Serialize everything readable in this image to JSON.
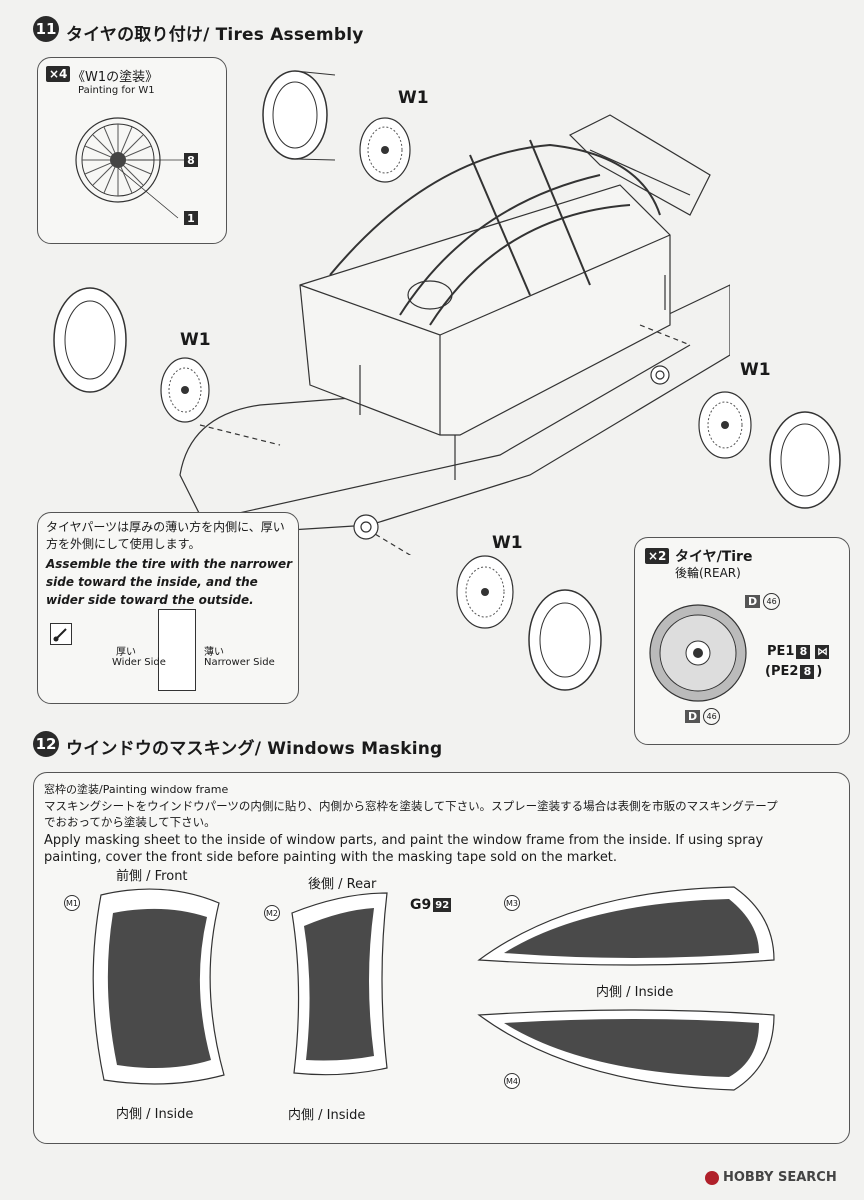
{
  "step11": {
    "number": "11",
    "title": "タイヤの取り付け/ Tires Assembly",
    "paint_box": {
      "qty": "×4",
      "title": "《W1の塗装》",
      "subtitle": "Painting for W1",
      "part_a": "8",
      "part_b": "1"
    },
    "wheel_label": "W1",
    "note": {
      "jp": "タイヤパーツは厚みの薄い方を内側に、厚い方を外側にして使用します。",
      "en": "Assemble the tire with the narrower side toward the inside, and the wider side toward the outside.",
      "wider_jp": "厚い",
      "wider_en": "Wider Side",
      "narrower_jp": "薄い",
      "narrower_en": "Narrower Side"
    },
    "tire_box": {
      "qty": "×2",
      "title": "タイヤ/Tire",
      "subtitle": "後輪(REAR)",
      "decal_letter": "D",
      "decal_num": "46",
      "pe1": "PE1",
      "pe1_num": "8",
      "pe2": "(PE2",
      "pe2_num": "8",
      "pe2_close": ")"
    }
  },
  "step12": {
    "number": "12",
    "title": "ウインドウのマスキング/ Windows Masking",
    "section_jp": "窓枠の塗装",
    "section_en": "/Painting window frame",
    "instr_jp_1": "マスキングシートをウインドウパーツの内側に貼り、内側から窓枠を塗装して下さい。スプレー塗装する場合は表側を市販のマスキングテープ",
    "instr_jp_2": "でおおってから塗装して下さい。",
    "instr_en_1": "Apply masking sheet to the inside of window parts, and paint the window frame from the inside. If using spray",
    "instr_en_2": "painting, cover the front side before painting with the masking tape sold on the market.",
    "front_label": "前側 / Front",
    "rear_label": "後側 / Rear",
    "g9_label": "G9",
    "g9_num": "92",
    "m1": "M1",
    "m2": "M2",
    "m3": "M3",
    "m4": "M4",
    "inside_label": "内側 / Inside"
  },
  "watermark": "HOBBY SEARCH"
}
